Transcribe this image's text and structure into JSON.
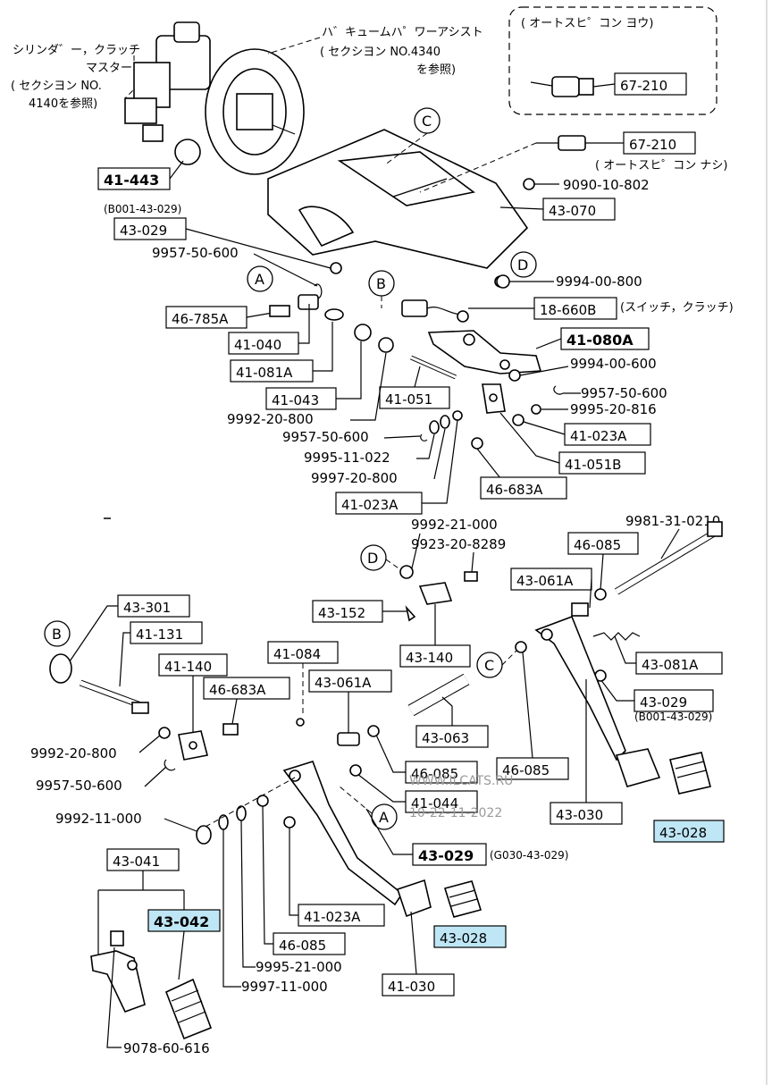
{
  "header_notes": {
    "cylinder_l1": "シリンダ゛ー，クラッチ",
    "cylinder_l2": "マスター",
    "cylinder_l3": "( セクシヨン  NO.",
    "cylinder_l4": "4140を参照)",
    "booster_l1": "ハ゛キュームハ゜ワーアシスト",
    "booster_l2": "( セクシヨン  NO.4340",
    "booster_l3": "を参照)",
    "cruise_box_title": "( オートスヒ゜コン ヨウ)",
    "cruise_none": "( オートスヒ゜コン  ナシ)",
    "switch_clutch": "(スイッチ，クラッチ)",
    "note_b001": "(B001-43-029)",
    "note_b001_right": "(B001-43-029)",
    "note_g030": "(G030-43-029)"
  },
  "callouts": {
    "A": "A",
    "B": "B",
    "C": "C",
    "D": "D"
  },
  "parts": {
    "p67_210_box": "67-210",
    "p67_210": "67-210",
    "p41_443": "41-443",
    "p9090_10_802": "9090-10-802",
    "p43_070": "43-070",
    "p43_029_top": "43-029",
    "p9957_50_600_top": "9957-50-600",
    "p9994_00_800": "9994-00-800",
    "p18_660B": "18-660B",
    "p46_785A": "46-785A",
    "p41_080A": "41-080A",
    "p41_040": "41-040",
    "p9994_00_600": "9994-00-600",
    "p41_081A": "41-081A",
    "p9957_50_600_r": "9957-50-600",
    "p9995_20_816": "9995-20-816",
    "p41_043": "41-043",
    "p41_051": "41-051",
    "p9992_20_800_top": "9992-20-800",
    "p41_023A_r": "41-023A",
    "p9957_50_600_m": "9957-50-600",
    "p9995_11_022": "9995-11-022",
    "p41_051B": "41-051B",
    "p9997_20_800": "9997-20-800",
    "p46_683A_top": "46-683A",
    "p41_023A_m": "41-023A",
    "p9981_31_0210": "9981-31-0210",
    "p9992_21_000": "9992-21-000",
    "p9923_20_8289": "9923-20-8289",
    "p46_085_top": "46-085",
    "p43_061A_top": "43-061A",
    "p43_301": "43-301",
    "p43_152": "43-152",
    "p41_131": "41-131",
    "p43_140": "43-140",
    "p43_081A": "43-081A",
    "p41_140": "41-140",
    "p46_683A": "46-683A",
    "p41_084": "41-084",
    "p43_061A": "43-061A",
    "p43_029_mid": "43-029",
    "p43_063": "43-063",
    "p9992_20_800": "9992-20-800",
    "p46_085_mid": "46-085",
    "p46_085_r": "46-085",
    "p41_044": "41-044",
    "p9957_50_600_b": "9957-50-600",
    "p43_030": "43-030",
    "p43_028_r": "43-028",
    "p9992_11_000": "9992-11-000",
    "p43_029_b": "43-029",
    "p43_041": "43-041",
    "p43_042": "43-042",
    "p41_023A_b": "41-023A",
    "p43_028_b": "43-028",
    "p46_085_b": "46-085",
    "p9995_21_000": "9995-21-000",
    "p9997_11_000": "9997-11-000",
    "p41_030": "41-030",
    "p9078_60_616": "9078-60-616"
  },
  "watermark": {
    "line1": "WWW.ILCATS.RU",
    "line2": "10-22-11-2022"
  },
  "colors": {
    "highlight": "#bfe6f5",
    "ink": "#000000",
    "watermark": "#9a9a9a"
  }
}
